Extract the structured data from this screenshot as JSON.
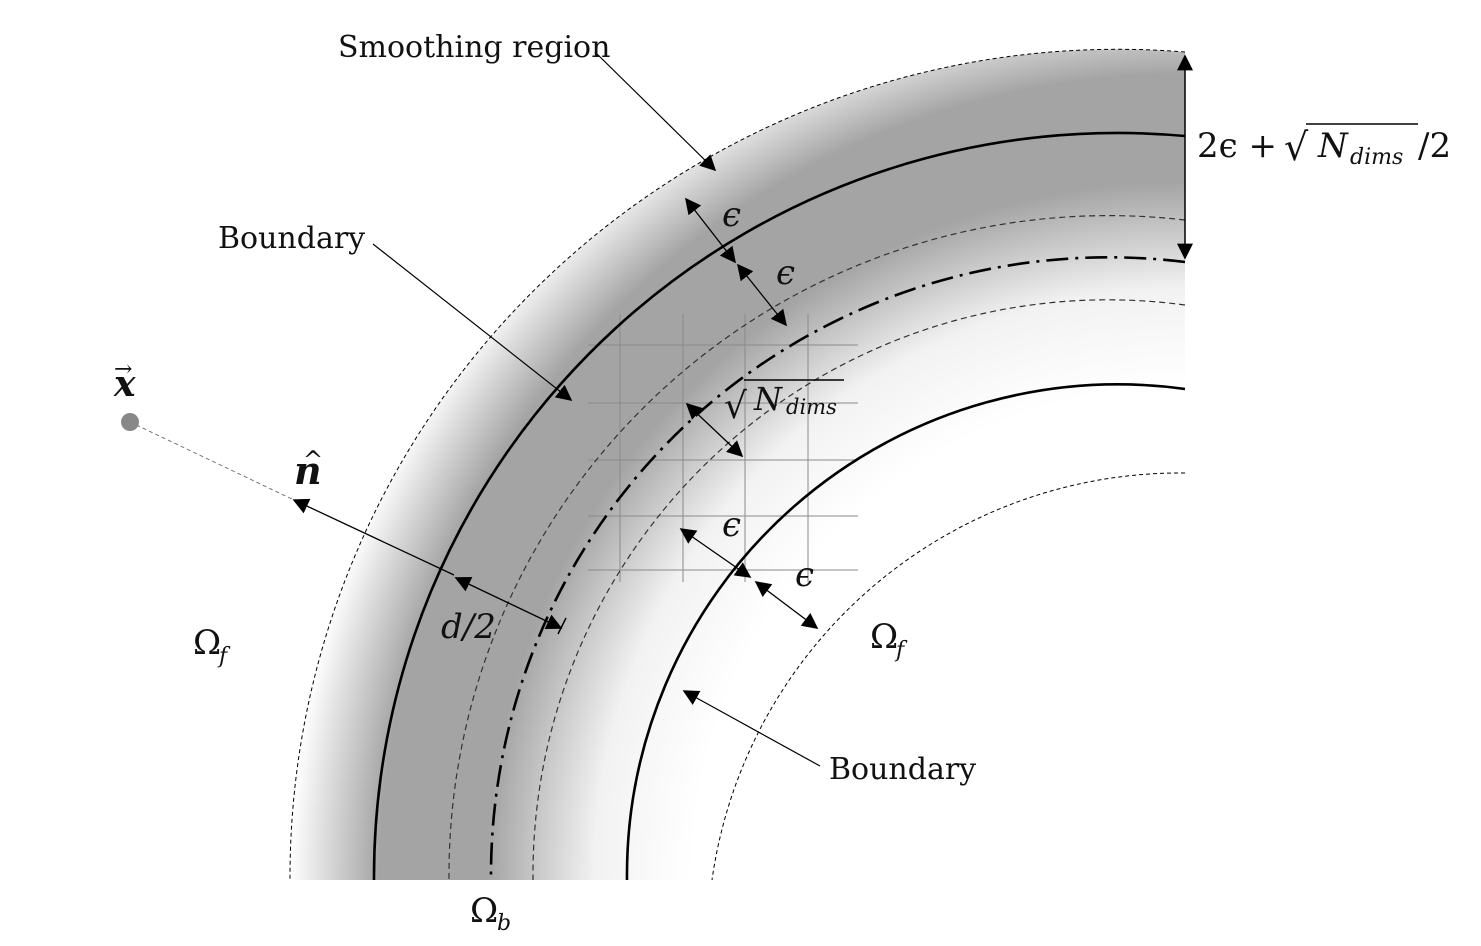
{
  "labels": {
    "smoothing_region": "Smoothing region",
    "boundary_outer": "Boundary",
    "boundary_inner": "Boundary",
    "epsilon": "ϵ",
    "thickness_prefix": "2ϵ + ",
    "thickness_suffix": "/2",
    "sqrt_sign": "√",
    "n_dims_main": "N",
    "n_dims_sub": "dims",
    "point_x": "x",
    "vector_arrow": "→",
    "normal_n": "n",
    "hat": "^",
    "half_d": "d/2",
    "omega": "Ω",
    "omega_f_sub": "f",
    "omega_b_sub": "b"
  },
  "colors": {
    "band_dark": "#a4a4a4",
    "band_light": "#ffffff",
    "line": "#000000",
    "grid": "#8a8a8a",
    "point": "#888888"
  }
}
